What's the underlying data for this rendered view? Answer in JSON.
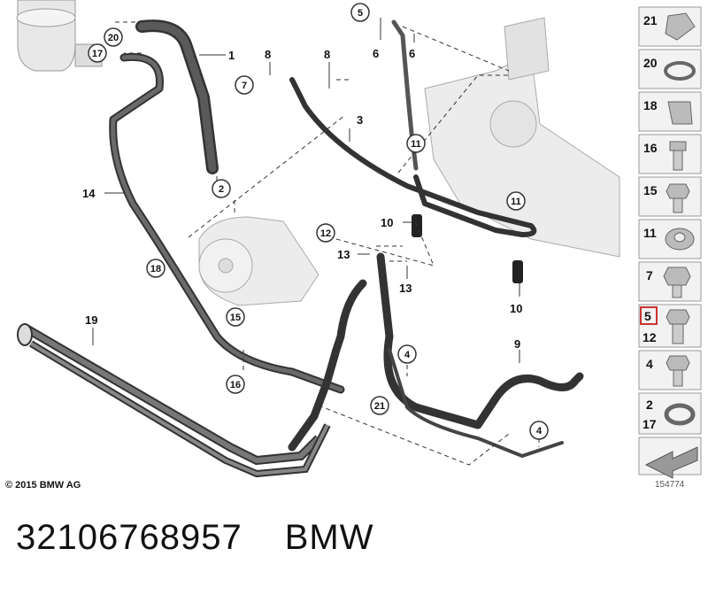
{
  "main_callouts": [
    {
      "id": "1",
      "label": "1"
    },
    {
      "id": "3",
      "label": "3"
    },
    {
      "id": "6a",
      "label": "6"
    },
    {
      "id": "6b",
      "label": "6"
    },
    {
      "id": "8a",
      "label": "8"
    },
    {
      "id": "8b",
      "label": "8"
    },
    {
      "id": "9",
      "label": "9"
    },
    {
      "id": "10a",
      "label": "10"
    },
    {
      "id": "10b",
      "label": "10"
    },
    {
      "id": "13a",
      "label": "13"
    },
    {
      "id": "13b",
      "label": "13"
    },
    {
      "id": "14",
      "label": "14"
    },
    {
      "id": "19",
      "label": "19"
    }
  ],
  "circle_callouts": [
    {
      "id": "2",
      "label": "2"
    },
    {
      "id": "4a",
      "label": "4"
    },
    {
      "id": "4b",
      "label": "4"
    },
    {
      "id": "5",
      "label": "5"
    },
    {
      "id": "7",
      "label": "7"
    },
    {
      "id": "11a",
      "label": "11"
    },
    {
      "id": "11b",
      "label": "11"
    },
    {
      "id": "12",
      "label": "12"
    },
    {
      "id": "15",
      "label": "15"
    },
    {
      "id": "16",
      "label": "16"
    },
    {
      "id": "17",
      "label": "17"
    },
    {
      "id": "18",
      "label": "18"
    },
    {
      "id": "20",
      "label": "20"
    },
    {
      "id": "21",
      "label": "21"
    }
  ],
  "legend": [
    {
      "number": "21",
      "icon": "clip-icon"
    },
    {
      "number": "20",
      "icon": "hose-clamp-icon"
    },
    {
      "number": "18",
      "icon": "bracket-clip-icon"
    },
    {
      "number": "16",
      "icon": "hollow-bolt-icon"
    },
    {
      "number": "15",
      "icon": "hex-bolt-icon"
    },
    {
      "number": "11",
      "icon": "rubber-grommet-icon"
    },
    {
      "number": "7",
      "icon": "banjo-fitting-icon"
    },
    {
      "number": "5",
      "sub": "12",
      "icon": "banjo-bolt-icon",
      "highlight": true
    },
    {
      "number": "4",
      "icon": "hex-screw-icon"
    },
    {
      "number": "2",
      "sub": "17",
      "icon": "spring-clamp-icon"
    }
  ],
  "copyright": "© 2015 BMW AG",
  "diagram_number": "154774",
  "part_number": "32106768957",
  "brand": "BMW",
  "colors": {
    "line": "#333333",
    "hose": "#555555",
    "highlight": "#cc3333",
    "legend_bg": "#f2f2f2"
  }
}
